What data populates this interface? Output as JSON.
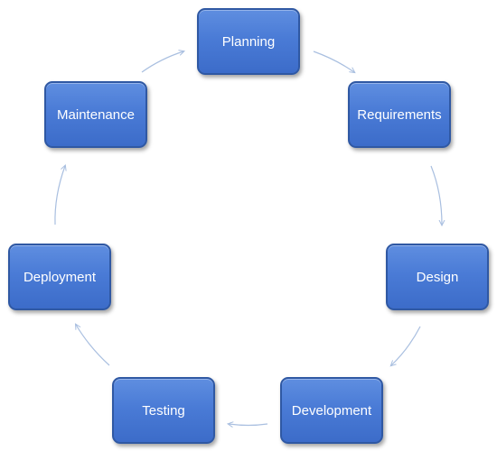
{
  "diagram": {
    "stages": [
      {
        "id": "planning",
        "label": "Planning"
      },
      {
        "id": "requirements",
        "label": "Requirements"
      },
      {
        "id": "design",
        "label": "Design"
      },
      {
        "id": "development",
        "label": "Development"
      },
      {
        "id": "testing",
        "label": "Testing"
      },
      {
        "id": "deployment",
        "label": "Deployment"
      },
      {
        "id": "maintenance",
        "label": "Maintenance"
      }
    ],
    "colors": {
      "box_fill": "#4a7bd6",
      "box_border": "#2f58a3",
      "text": "#ffffff",
      "arrow": "#a9bfe0"
    }
  }
}
